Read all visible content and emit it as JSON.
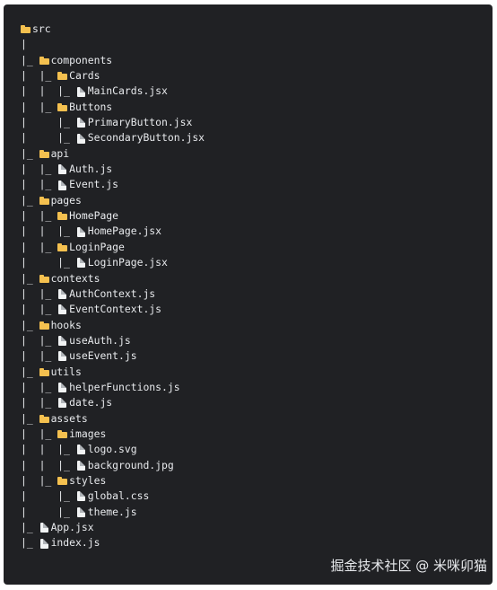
{
  "tree": [
    {
      "prefix": "",
      "icon": "folder-icon",
      "name": "src"
    },
    {
      "prefix": "|",
      "icon": "",
      "name": ""
    },
    {
      "prefix": "|_ ",
      "icon": "folder-icon",
      "name": "components"
    },
    {
      "prefix": "|  |_ ",
      "icon": "folder-icon",
      "name": "Cards"
    },
    {
      "prefix": "|  |  |_ ",
      "icon": "file-icon",
      "name": "MainCards.jsx"
    },
    {
      "prefix": "|  |_ ",
      "icon": "folder-icon",
      "name": "Buttons"
    },
    {
      "prefix": "|     |_ ",
      "icon": "file-icon",
      "name": "PrimaryButton.jsx"
    },
    {
      "prefix": "|     |_ ",
      "icon": "file-icon",
      "name": "SecondaryButton.jsx"
    },
    {
      "prefix": "|_ ",
      "icon": "folder-icon",
      "name": "api"
    },
    {
      "prefix": "|  |_ ",
      "icon": "file-icon",
      "name": "Auth.js"
    },
    {
      "prefix": "|  |_ ",
      "icon": "file-icon",
      "name": "Event.js"
    },
    {
      "prefix": "|_ ",
      "icon": "folder-icon",
      "name": "pages"
    },
    {
      "prefix": "|  |_ ",
      "icon": "folder-icon",
      "name": "HomePage"
    },
    {
      "prefix": "|  |  |_ ",
      "icon": "file-icon",
      "name": "HomePage.jsx"
    },
    {
      "prefix": "|  |_ ",
      "icon": "folder-icon",
      "name": "LoginPage"
    },
    {
      "prefix": "|     |_ ",
      "icon": "file-icon",
      "name": "LoginPage.jsx"
    },
    {
      "prefix": "|_ ",
      "icon": "folder-icon",
      "name": "contexts"
    },
    {
      "prefix": "|  |_ ",
      "icon": "file-icon",
      "name": "AuthContext.js"
    },
    {
      "prefix": "|  |_ ",
      "icon": "file-icon",
      "name": "EventContext.js"
    },
    {
      "prefix": "|_ ",
      "icon": "folder-icon",
      "name": "hooks"
    },
    {
      "prefix": "|  |_ ",
      "icon": "file-icon",
      "name": "useAuth.js"
    },
    {
      "prefix": "|  |_ ",
      "icon": "file-icon",
      "name": "useEvent.js"
    },
    {
      "prefix": "|_ ",
      "icon": "folder-icon",
      "name": "utils"
    },
    {
      "prefix": "|  |_ ",
      "icon": "file-icon",
      "name": "helperFunctions.js"
    },
    {
      "prefix": "|  |_ ",
      "icon": "file-icon",
      "name": "date.js"
    },
    {
      "prefix": "|_ ",
      "icon": "folder-icon",
      "name": "assets"
    },
    {
      "prefix": "|  |_ ",
      "icon": "folder-icon",
      "name": "images"
    },
    {
      "prefix": "|  |  |_ ",
      "icon": "file-icon",
      "name": "logo.svg"
    },
    {
      "prefix": "|  |  |_ ",
      "icon": "file-icon",
      "name": "background.jpg"
    },
    {
      "prefix": "|  |_ ",
      "icon": "folder-icon",
      "name": "styles"
    },
    {
      "prefix": "|     |_ ",
      "icon": "file-icon",
      "name": "global.css"
    },
    {
      "prefix": "|     |_ ",
      "icon": "file-icon",
      "name": "theme.js"
    },
    {
      "prefix": "|_ ",
      "icon": "file-icon",
      "name": "App.jsx"
    },
    {
      "prefix": "|_ ",
      "icon": "file-icon",
      "name": "index.js"
    }
  ],
  "watermark": "掘金技术社区 @ 米咪卯猫",
  "colors": {
    "background": "#202124",
    "text": "#e8eaed",
    "folder": "#f4c04f",
    "file": "#f1f3f4"
  }
}
